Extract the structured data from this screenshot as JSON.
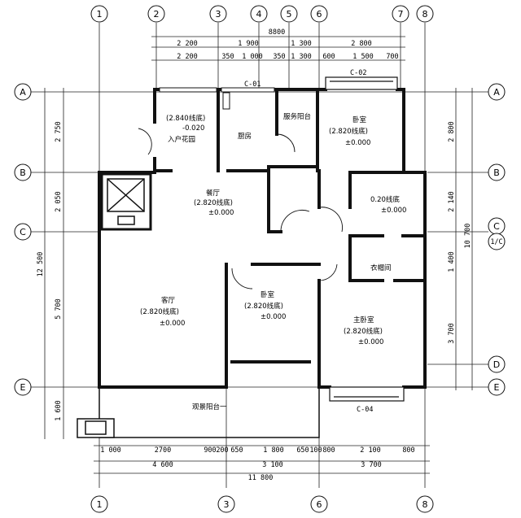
{
  "grid": {
    "vertical": [
      "1",
      "2",
      "3",
      "4",
      "5",
      "6",
      "7",
      "8"
    ],
    "horizontal": [
      "A",
      "B",
      "C",
      "D",
      "E"
    ],
    "bottom": [
      "1",
      "3",
      "6",
      "8"
    ],
    "right_extra": [
      "1/C"
    ]
  },
  "dims": {
    "top_total": "8800",
    "top_row1": [
      "2 200",
      "1 900",
      "1 300",
      "2 800"
    ],
    "top_row2": [
      "2 200",
      "350",
      "1 000",
      "350",
      "1 300",
      "600",
      "1 500",
      "700"
    ],
    "left_total": "12 500",
    "left_row": [
      "2 750",
      "2 050",
      "5 700",
      "1 600"
    ],
    "right_total": "10 700",
    "right_row": [
      "2 800",
      "2 140",
      "1 400",
      "3 700"
    ],
    "bottom_row1": [
      "1 000",
      "2700",
      "900",
      "200",
      "650",
      "1 800",
      "650",
      "100",
      "800",
      "2 100",
      "800"
    ],
    "bottom_row2": [
      "4 600",
      "3 100",
      "3 700"
    ],
    "bottom_total": "11 800"
  },
  "rooms": {
    "entry": {
      "level": "(2.840",
      "level_note": "线底)",
      "offset": "-0.020",
      "name": "入户花园"
    },
    "kitchen": {
      "name": "厨房"
    },
    "service_balcony": {
      "name": "服务阳台"
    },
    "bedroom_ne": {
      "name": "卧室",
      "level": "(2.820线底)",
      "elev": "±0.000"
    },
    "dining": {
      "name": "餐厅",
      "level": "(2.820线底)",
      "elev": "±0.000"
    },
    "bath_upper": {
      "level": "0.20线底",
      "elev": "±0.000"
    },
    "cloakroom": {
      "name": "衣帽间"
    },
    "living": {
      "name": "客厅",
      "level": "(2.820线底)",
      "elev": "±0.000"
    },
    "bedroom_mid": {
      "name": "卧室",
      "level": "(2.820线底)",
      "elev": "±0.000"
    },
    "master": {
      "name": "主卧室",
      "level": "(2.820线底)",
      "elev": "±0.000"
    },
    "view_balcony": {
      "name": "观景阳台一"
    }
  },
  "windows": {
    "c01": "C-01",
    "c02": "C-02",
    "c04": "C-04"
  }
}
